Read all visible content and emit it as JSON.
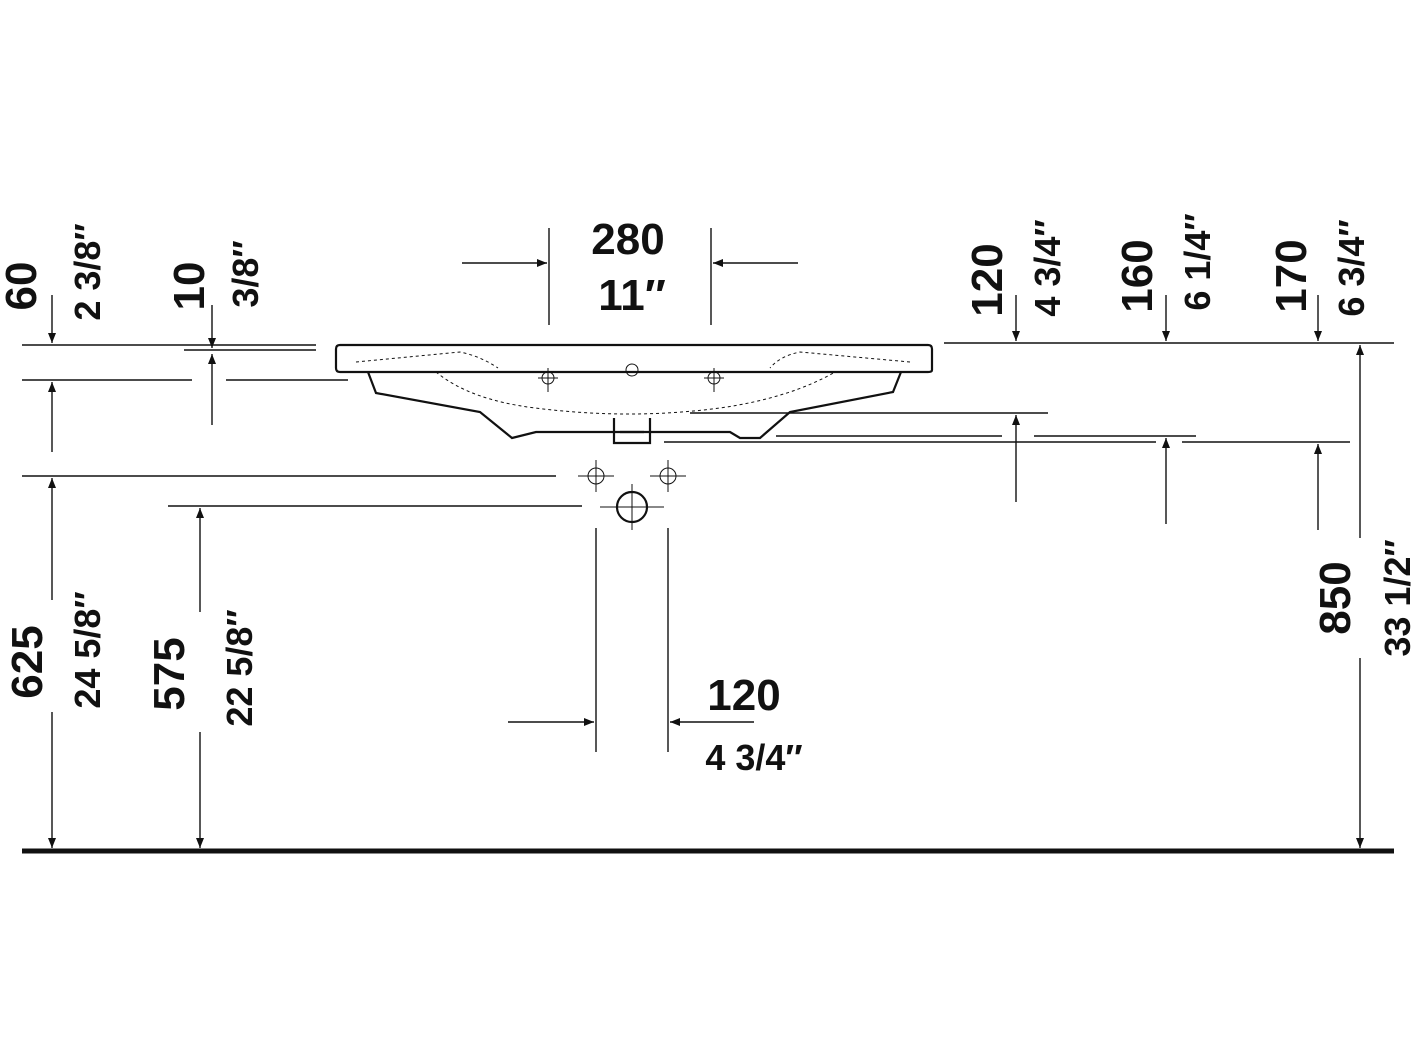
{
  "dimensions": {
    "top_left_height": {
      "mm": "60",
      "inch": "2 3/8″"
    },
    "rim_thickness": {
      "mm": "10",
      "inch": "3/8″"
    },
    "tap_hole_spacing_top": {
      "mm": "280",
      "inch": "11″"
    },
    "right_depth_1": {
      "mm": "120",
      "inch": "4 3/4″"
    },
    "right_depth_2": {
      "mm": "160",
      "inch": "6 1/4″"
    },
    "right_depth_3": {
      "mm": "170",
      "inch": "6 3/4″"
    },
    "supply_height": {
      "mm": "625",
      "inch": "24 5/8″"
    },
    "waste_height": {
      "mm": "575",
      "inch": "22 5/8″"
    },
    "supply_spacing": {
      "mm": "120",
      "inch": "4 3/4″"
    },
    "install_height": {
      "mm": "850",
      "inch": "33 1/2″"
    }
  }
}
